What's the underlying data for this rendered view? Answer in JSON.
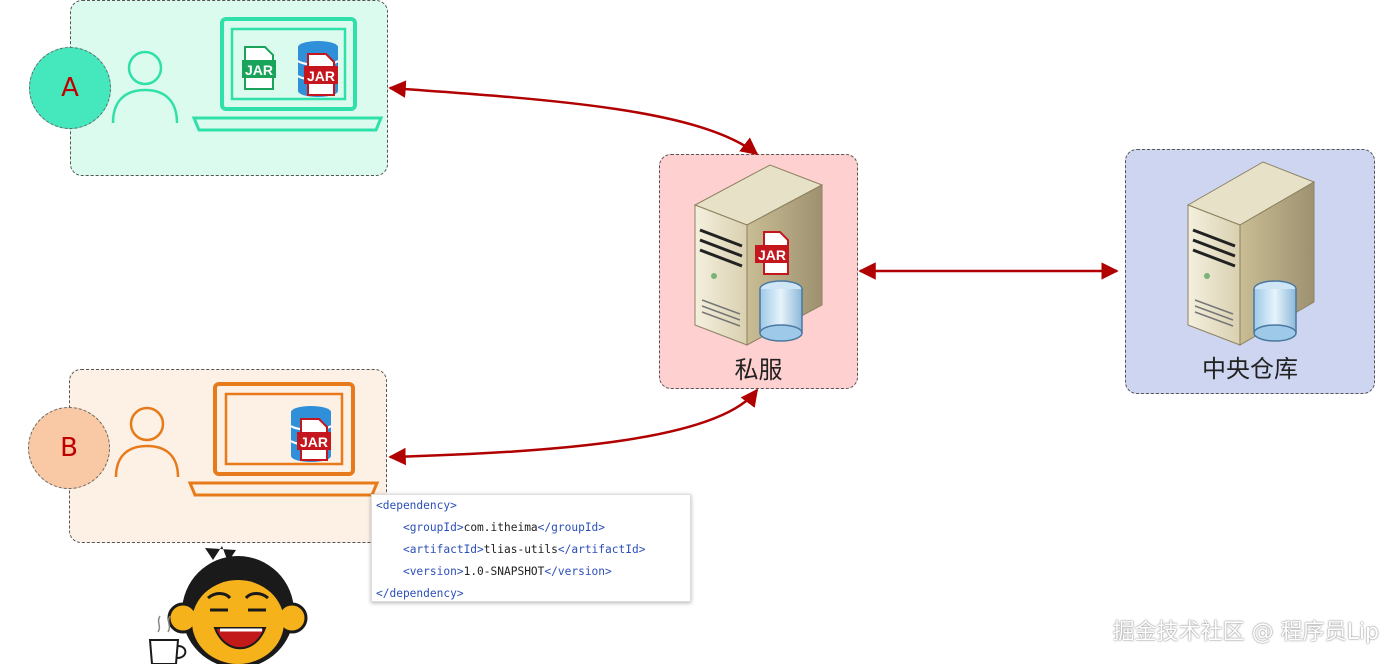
{
  "nodes": {
    "developer_a": {
      "label": "A"
    },
    "developer_b": {
      "label": "B"
    },
    "private_server": {
      "label": "私服",
      "badge": "JAR"
    },
    "central_repo": {
      "label": "中央仓库"
    }
  },
  "jar_badges": {
    "a_local": "JAR",
    "a_repo": "JAR",
    "b_repo": "JAR"
  },
  "code_snippet": {
    "lines": [
      {
        "indent": "",
        "tag_open": "<dependency>",
        "text": "",
        "tag_close": ""
      },
      {
        "indent": "    ",
        "tag_open": "<groupId>",
        "text": "com.itheima",
        "tag_close": "</groupId>"
      },
      {
        "indent": "    ",
        "tag_open": "<artifactId>",
        "text": "tlias-utils",
        "tag_close": "</artifactId>"
      },
      {
        "indent": "    ",
        "tag_open": "<version>",
        "text": "1.0-SNAPSHOT",
        "tag_close": "</version>"
      },
      {
        "indent": "",
        "tag_open": "</dependency>",
        "text": "",
        "tag_close": ""
      }
    ]
  },
  "watermark": "掘金技术社区 @ 程序员Lip",
  "colors": {
    "arrow": "#b00000",
    "developer_a_accent": "#2fe0a8",
    "developer_b_accent": "#e77b1c",
    "jar_green": "#1aa35a",
    "jar_red": "#c4161c",
    "database_blue": "#2f8fd8"
  }
}
